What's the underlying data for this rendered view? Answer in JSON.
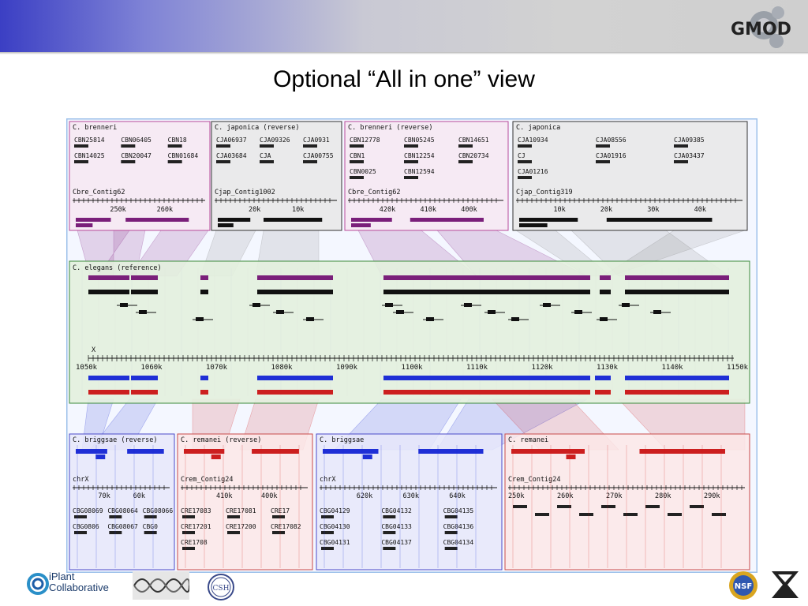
{
  "slide": {
    "title": "Optional “All in one” view",
    "logo_text": "GMOD"
  },
  "colors": {
    "purple": "#7a1f7a",
    "black": "#111111",
    "blue": "#1f2fd6",
    "red": "#cc1f1f",
    "green_panel": "#e3efde",
    "gray_panel": "#e8e8e8",
    "pink_panel": "#f6e8f2",
    "blue_panel": "#e6e8fa",
    "red_panel": "#fbe8e8"
  },
  "top_panels": [
    {
      "title": "C. brenneri",
      "contig": "Cbre_Contig62",
      "ticks": [
        "250k",
        "260k"
      ],
      "genes": [
        "CBN25814",
        "CBN06405",
        "CBN18",
        "CBN14025",
        "CBN20047",
        "CBN01684"
      ]
    },
    {
      "title": "C. japonica (reverse)",
      "contig": "Cjap_Contig1002",
      "ticks": [
        "20k",
        "10k"
      ],
      "genes": [
        "CJA06937",
        "CJA09326",
        "CJA0931",
        "CJA03684",
        "CJA",
        "CJA00755"
      ]
    },
    {
      "title": "C. brenneri (reverse)",
      "contig": "Cbre_Contig62",
      "ticks": [
        "420k",
        "410k",
        "400k"
      ],
      "genes": [
        "CBN12778",
        "CBN05245",
        "CBN14651",
        "CBN1",
        "CBN12254",
        "CBN20734",
        "CBN0025",
        "CBN12594"
      ]
    },
    {
      "title": "C. japonica",
      "contig": "Cjap_Contig319",
      "ticks": [
        "10k",
        "20k",
        "30k",
        "40k"
      ],
      "genes": [
        "CJA10934",
        "CJA08556",
        "CJA09385",
        "CJ",
        "CJA01916",
        "CJA03437",
        "CJA01216"
      ]
    }
  ],
  "reference_panel": {
    "title": "C. elegans (reference)",
    "chrom": "X",
    "ticks": [
      "1050k",
      "1060k",
      "1070k",
      "1080k",
      "1090k",
      "1100k",
      "1110k",
      "1120k",
      "1130k",
      "1140k",
      "1150k"
    ]
  },
  "bottom_panels": [
    {
      "title": "C. briggsae (reverse)",
      "contig": "chrX",
      "ticks": [
        "70k",
        "60k"
      ],
      "genes": [
        "CBG08069",
        "CBG08064",
        "CBG08066",
        "CBG0806",
        "CBG08067",
        "CBG0"
      ]
    },
    {
      "title": "C. remanei (reverse)",
      "contig": "Crem_Contig24",
      "ticks": [
        "410k",
        "400k"
      ],
      "genes": [
        "CRE17083",
        "CRE17081",
        "CRE17",
        "CRE17201",
        "CRE17200",
        "CRE17082",
        "CRE1708"
      ]
    },
    {
      "title": "C. briggsae",
      "contig": "chrX",
      "ticks": [
        "620k",
        "630k",
        "640k"
      ],
      "genes": [
        "CBG04129",
        "CBG04132",
        "CBG04135",
        "CBG04130",
        "CBG04133",
        "CBG04136",
        "CBG04131",
        "CBG04137",
        "CBG04134"
      ]
    },
    {
      "title": "C. remanei",
      "contig": "Crem_Contig24",
      "ticks": [
        "250k",
        "260k",
        "270k",
        "280k",
        "290k"
      ],
      "genes": []
    }
  ],
  "footer": {
    "iplant_line1": "iPlant",
    "iplant_line2": "Collaborative",
    "csh": "CSH",
    "nsf": "NSF"
  }
}
